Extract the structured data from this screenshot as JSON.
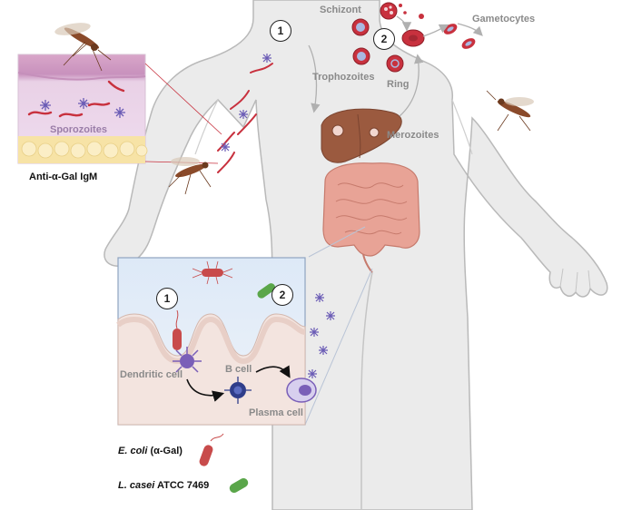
{
  "labels": {
    "schizont": "Schizont",
    "gametocytes": "Gametocytes",
    "trophozoites": "Trophozoites",
    "ring": "Ring",
    "merozoites": "Merozoites",
    "sporozoites": "Sporozoites",
    "anti_gal": "Anti-α-Gal IgM",
    "dendritic": "Dendritic cell",
    "bcell": "B cell",
    "plasma": "Plasma cell"
  },
  "steps": {
    "top_1": "1",
    "top_2": "2",
    "gut_1": "1",
    "gut_2": "2"
  },
  "legend": {
    "ecoli_name": "E. coli",
    "ecoli_suffix": " (α-Gal)",
    "lcasei_name": "L. casei",
    "lcasei_suffix": " ATCC 7469"
  },
  "colors": {
    "body": "#ebebeb",
    "body_outline": "#b9b9b9",
    "liver": "#9b5a3f",
    "intestine": "#e8a396",
    "rbc": "#c8313e",
    "ecoli": "#c84b4b",
    "lcasei": "#5aa64a",
    "sporozoite_icon": "#6a5bb5",
    "skin_top": "#d9a6c9",
    "fat": "#f7e3a6"
  }
}
